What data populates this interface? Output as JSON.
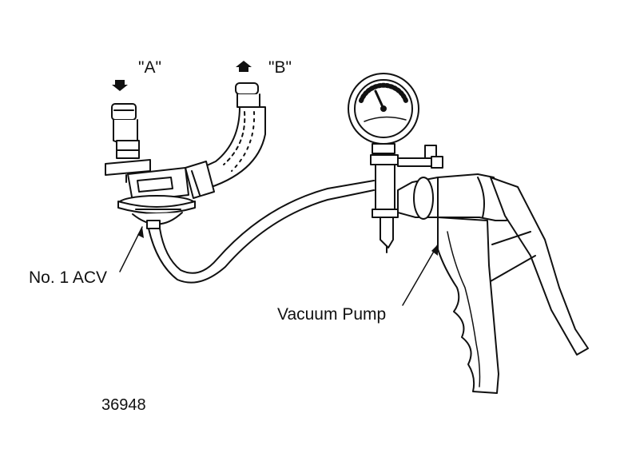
{
  "labels": {
    "port_a": "\"A\"",
    "port_b": "\"B\"",
    "acv": "No. 1 ACV",
    "pump": "Vacuum Pump",
    "figure_number": "36948"
  }
}
